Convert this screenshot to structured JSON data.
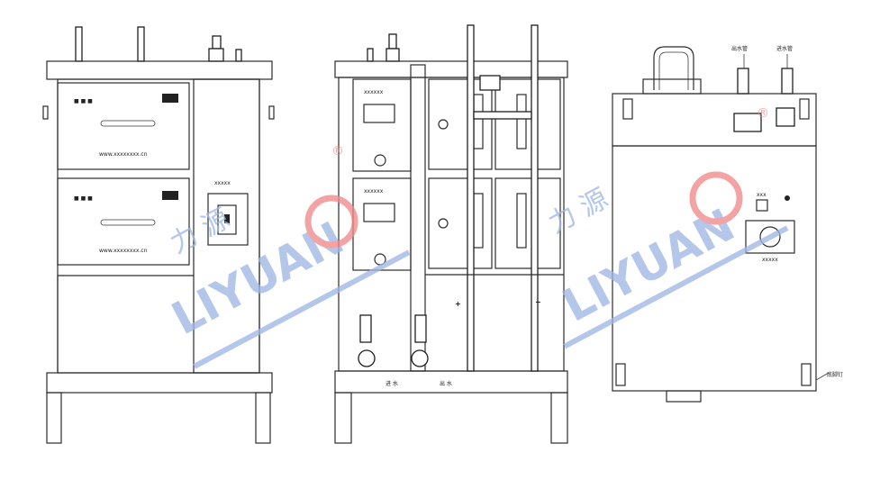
{
  "colors": {
    "line": "#2b2b2b",
    "watermark_blue": "#9fb7e3",
    "watermark_red": "#f08a8a",
    "background": "#ffffff"
  },
  "watermark": {
    "cn_text": "力 源",
    "latin_text": "LIYUAN",
    "registered_mark": "®"
  },
  "front_view": {
    "website_label_top": "www.xxxxxxxx.cn",
    "website_label_bottom": "www.xxxxxxxx.cn",
    "meter_caption": "xxxxx"
  },
  "middle_view": {
    "panel_brand_top": "xxxxxx",
    "panel_brand_bottom": "xxxxxx",
    "plus_sign": "+",
    "minus_sign": "−",
    "inlet_label": "进 水",
    "outlet_label": "出 水"
  },
  "side_view": {
    "water_out_label": "出水管",
    "water_in_label": "进水管",
    "switch_caption": "xxx",
    "meter_caption": "xxxxx",
    "caster_label": "底脚钉"
  }
}
